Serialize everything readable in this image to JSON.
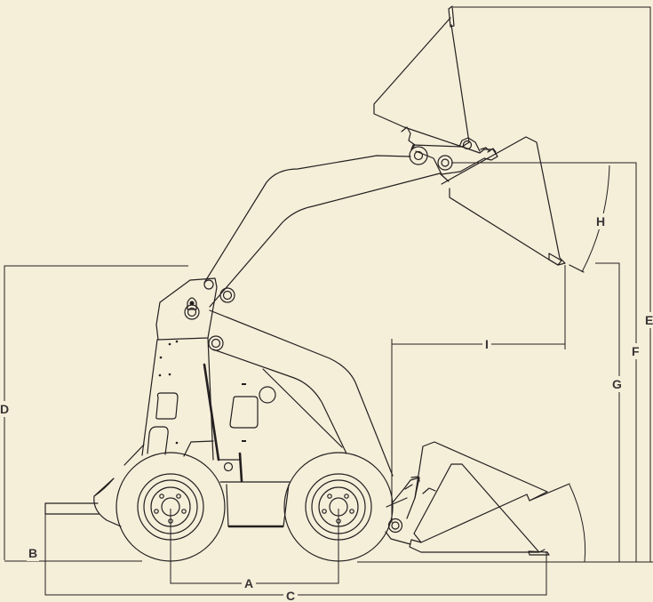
{
  "diagram": {
    "colors": {
      "background": "#f5eed9",
      "ink": "#231f20",
      "label": "#3a3536"
    },
    "dimension_labels": {
      "a": "A",
      "b": "B",
      "c": "C",
      "d": "D",
      "e": "E",
      "f": "F",
      "g": "G",
      "h": "H",
      "i": "I"
    }
  }
}
